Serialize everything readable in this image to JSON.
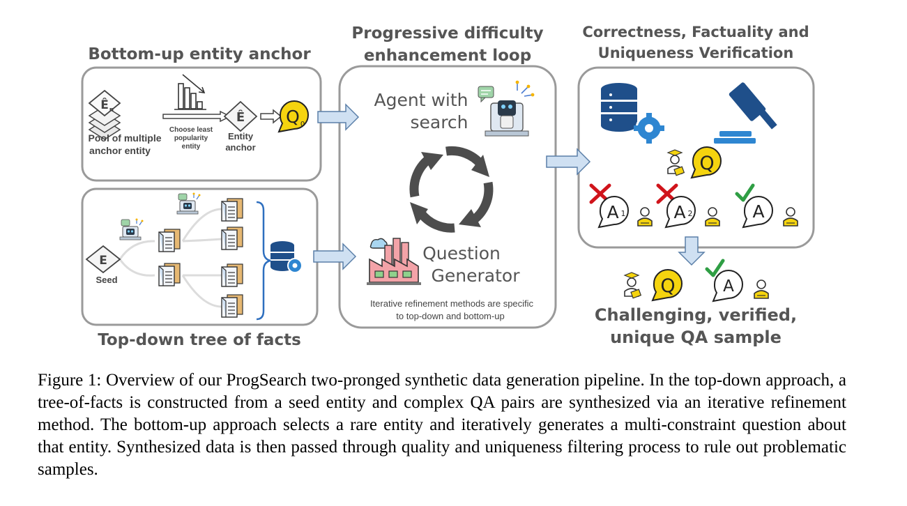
{
  "panels": {
    "bottom_up": {
      "title": "Bottom-up entity anchor",
      "pool_symbol": "Ê",
      "pool_subscript": "n",
      "pool_label_1": "Pool of multiple",
      "pool_label_2": "anchor entity",
      "choose_label_1": "Choose least",
      "choose_label_2": "popularity",
      "choose_label_3": "entity",
      "anchor_symbol": "Ê",
      "anchor_label_1": "Entity",
      "anchor_label_2": "anchor",
      "q0_letter": "Q",
      "q0_sub": "0"
    },
    "top_down": {
      "title": "Top-down tree of facts",
      "seed_symbol": "E",
      "seed_label": "Seed"
    },
    "loop": {
      "title_1": "Progressive difficulty",
      "title_2": "enhancement loop",
      "agent_1": "Agent with",
      "agent_2": "search",
      "generator_1": "Question",
      "generator_2": "Generator",
      "note_1": "Iterative refinement methods are specific",
      "note_2": "to top-down and bottom-up"
    },
    "verification": {
      "title_1": "Correctness, Factuality and",
      "title_2": "Uniqueness Verification",
      "q_letter": "Q",
      "a1_letter": "A",
      "a1_sub": "1",
      "a2_letter": "A",
      "a2_sub": "2",
      "a_letter": "A"
    },
    "output": {
      "q_letter": "Q",
      "a_letter": "A",
      "label_1": "Challenging, verified,",
      "label_2": "unique QA sample"
    }
  },
  "caption": "Figure 1: Overview of our ProgSearch two-pronged synthetic data generation pipeline. In the top-down approach, a tree-of-facts is constructed from a seed entity and complex QA pairs are synthesized via an iterative refinement method. The bottom-up approach selects a rare entity and iteratively generates a multi-constraint question about that entity. Synthesized data is then passed through quality and uniqueness filtering process to rule out problematic samples.",
  "colors": {
    "box_border": "#9a9a9a",
    "arrow_fill": "#cfe0f2",
    "arrow_stroke": "#5a7fa8",
    "db_blue": "#1f4f8a",
    "gear_blue": "#2e86d1",
    "question_yellow": "#f5d40f",
    "cross_red": "#d0141b",
    "check_green": "#2f9e44",
    "cycle_gray": "#4d4d4d"
  }
}
